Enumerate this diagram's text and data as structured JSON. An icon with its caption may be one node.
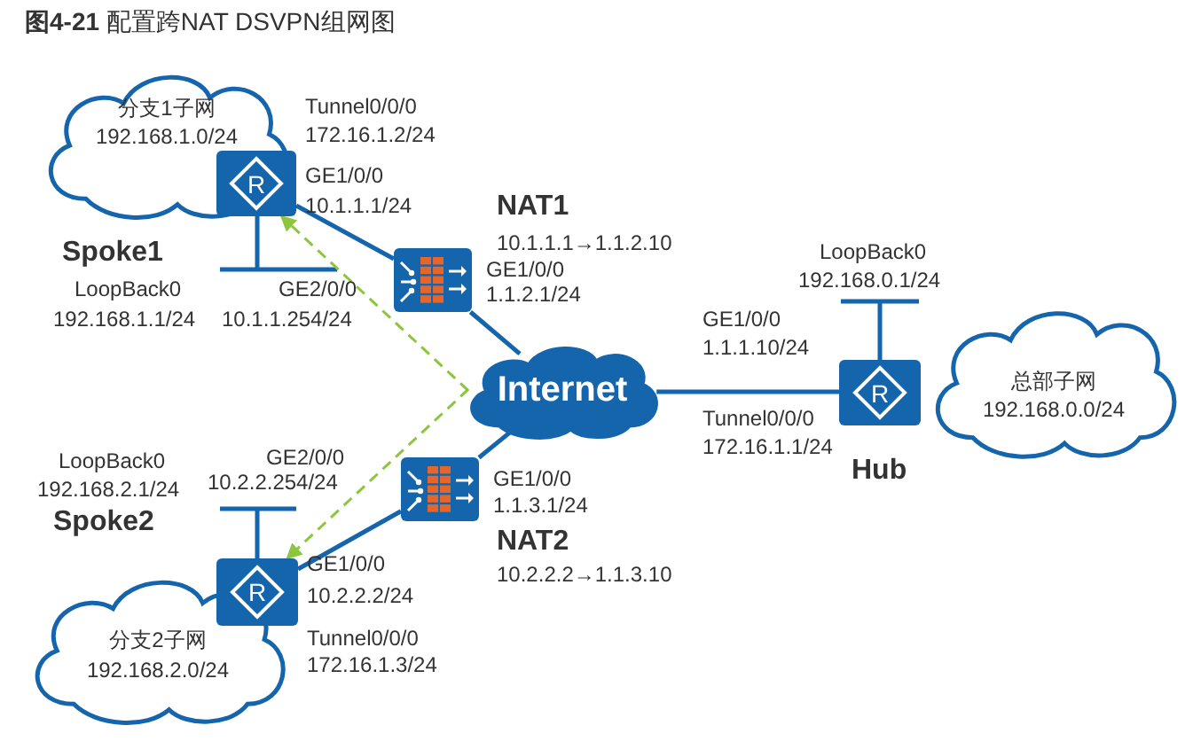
{
  "diagram": {
    "title": "**图4-21** 配置跨NAT DSVPN组网图",
    "nodes": [
      {
        "text": [
          "分支1子网",
          "192.168.1.0/24"
        ]
      },
      {
        "text": [
          "R"
        ]
      },
      {
        "text": [],
        "shape": "picture",
        "beside": [
          "NAT1",
          "10.1.1.1→1.1.2.10"
        ]
      },
      {
        "text": [
          "Internet"
        ]
      },
      {
        "text": [
          "R"
        ]
      },
      {
        "text": [
          "总部子网",
          "192.168.0.0/24"
        ]
      },
      {
        "text": [],
        "shape": "picture",
        "beside": [
          "NAT2",
          "10.2.2.2→1.1.3.10"
        ]
      },
      {
        "text": [
          "R"
        ]
      },
      {
        "text": [
          "分支2子网",
          "192.168.2.0/24"
        ]
      }
    ],
    "edges": [
      {
        "from": 1,
        "to": 2,
        "arrow": "none"
      },
      {
        "from": 2,
        "to": 3,
        "arrow": "none"
      },
      {
        "from": 3,
        "to": 4,
        "arrow": "none"
      },
      {
        "from": 3,
        "to": 6,
        "arrow": "none"
      },
      {
        "from": 6,
        "to": 7,
        "arrow": "none"
      },
      {
        "from": 3,
        "to": 1,
        "arrow": "to",
        "style": "dashed",
        "color": "#8cc63f"
      },
      {
        "from": 3,
        "to": 7,
        "arrow": "to",
        "style": "dashed",
        "color": "#8cc63f"
      }
    ],
    "labels": [
      "Tunnel0/0/0",
      "172.16.1.2/24",
      "GE1/0/0",
      "10.1.1.1/24",
      "LoopBack0",
      "192.168.1.1/24",
      "GE2/0/0",
      "10.1.1.254/24",
      "GE1/0/0",
      "1.1.2.1/24",
      "LoopBack0",
      "192.168.0.1/24",
      "GE1/0/0",
      "1.1.1.10/24",
      "Tunnel0/0/0",
      "172.16.1.1/24",
      "LoopBack0",
      "192.168.2.1/24",
      "GE2/0/0",
      "10.2.2.254/24",
      "GE1/0/0",
      "1.1.3.1/24",
      "GE1/0/0",
      "10.2.2.2/24",
      "Tunnel0/0/0",
      "172.16.1.3/24",
      "Spoke1",
      "Hub",
      "Spoke2"
    ]
  }
}
